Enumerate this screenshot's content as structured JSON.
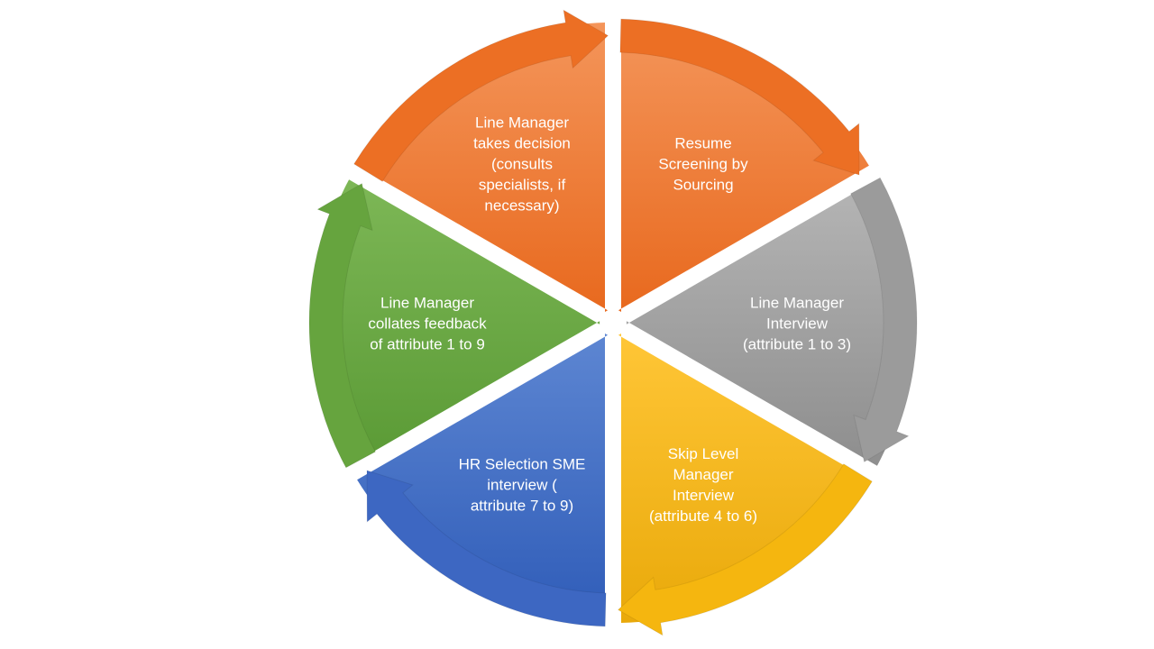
{
  "diagram": {
    "type": "cycle",
    "segments": [
      {
        "id": "resume-screening",
        "label": "Resume\nScreening by\nSourcing",
        "color_top": "#F4955A",
        "color_bottom": "#E8691E",
        "arrow_color": "#EC6F24"
      },
      {
        "id": "line-manager-interview",
        "label": "Line Manager\nInterview\n(attribute  1 to 3)",
        "color_top": "#B5B5B5",
        "color_bottom": "#8E8E8E",
        "arrow_color": "#9B9B9B"
      },
      {
        "id": "skip-level-interview",
        "label": "Skip Level\nManager\nInterview\n(attribute 4 to 6)",
        "color_top": "#FFC637",
        "color_bottom": "#E9A90A",
        "arrow_color": "#F5B60F"
      },
      {
        "id": "hr-selection-interview",
        "label": "HR Selection SME\ninterview (\nattribute 7 to 9)",
        "color_top": "#5D86D2",
        "color_bottom": "#2F5CB8",
        "arrow_color": "#3D67C2"
      },
      {
        "id": "collates-feedback",
        "label": "Line Manager\ncollates feedback\nof attribute 1 to 9",
        "color_top": "#7DB756",
        "color_bottom": "#5A9A35",
        "arrow_color": "#66A43E"
      },
      {
        "id": "takes-decision",
        "label": "Line Manager\ntakes decision\n(consults\nspecialists, if\nnecessary)",
        "color_top": "#F4955A",
        "color_bottom": "#E8691E",
        "arrow_color": "#EC6F24"
      }
    ]
  }
}
